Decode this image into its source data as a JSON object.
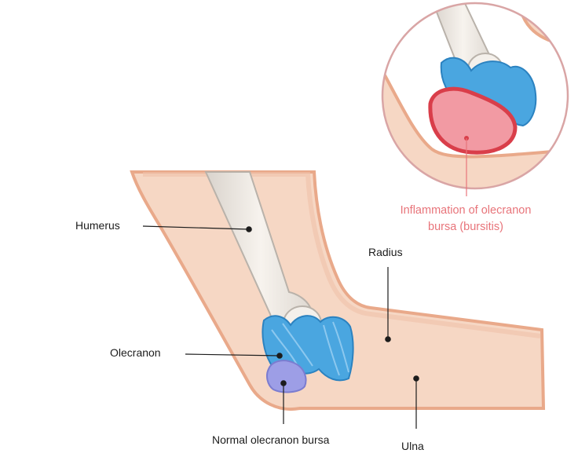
{
  "labels": {
    "humerus": "Humerus",
    "radius": "Radius",
    "olecranon": "Olecranon",
    "normal_bursa": "Normal olecranon bursa",
    "ulna": "Ulna",
    "inflammation_line1": "Inflammation of olecranon",
    "inflammation_line2": "bursa (bursitis)"
  },
  "colors": {
    "skin": "#f6d7c4",
    "skin_outline": "#e9a98a",
    "bone": "#efe9e2",
    "ligament": "#4aa6e0",
    "normal_bursa": "#8e8fe0",
    "inflamed_bursa": "#ee7b86",
    "inflamed_outline": "#d93e4a",
    "zoom_circle": "#d9a5a5",
    "label_red": "#e8747a"
  }
}
